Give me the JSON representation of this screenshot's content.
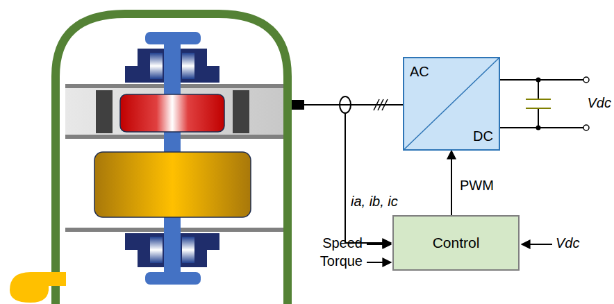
{
  "diagram": {
    "nodes": [
      {
        "text": [
          "AC",
          "DC"
        ]
      },
      {
        "text": [
          "Control"
        ]
      }
    ],
    "edges": [
      {
        "from": 1,
        "to": 0,
        "label": "PWM",
        "arrow": "to"
      }
    ],
    "labels": [
      "Vdc",
      "ia, ib, ic",
      "Speed",
      "Torque",
      "Vdc"
    ]
  }
}
